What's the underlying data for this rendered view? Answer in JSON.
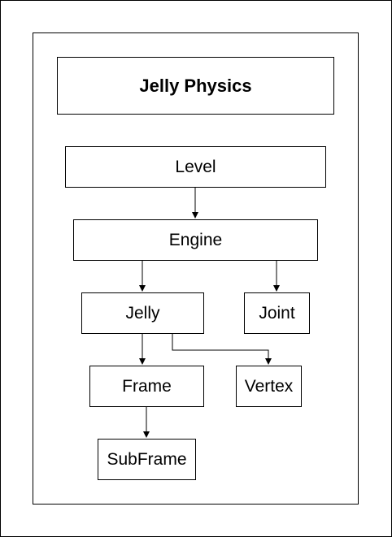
{
  "diagram": {
    "title": "Jelly Physics",
    "nodes": {
      "level": "Level",
      "engine": "Engine",
      "jelly": "Jelly",
      "joint": "Joint",
      "frame": "Frame",
      "vertex": "Vertex",
      "subframe": "SubFrame"
    },
    "edges": [
      {
        "from": "level",
        "to": "engine"
      },
      {
        "from": "engine",
        "to": "jelly"
      },
      {
        "from": "engine",
        "to": "joint"
      },
      {
        "from": "jelly",
        "to": "frame"
      },
      {
        "from": "jelly",
        "to": "vertex"
      },
      {
        "from": "frame",
        "to": "subframe"
      }
    ]
  },
  "colors": {
    "stroke": "#000000",
    "background": "#ffffff"
  }
}
